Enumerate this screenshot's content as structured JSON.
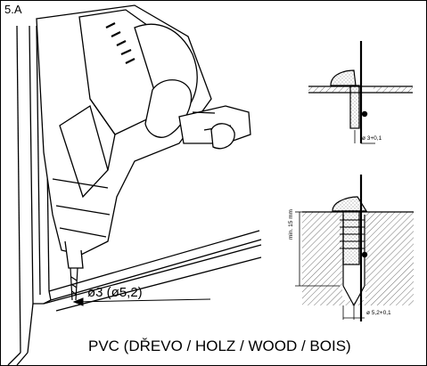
{
  "step_label": "5.A",
  "drill_label": "ø3 (ø5,2)",
  "material_label": "PVC (DŘEVO / HOLZ / WOOD / BOIS)",
  "detail_top": {
    "drill_dimension": "ø 3+0,1"
  },
  "detail_bottom": {
    "drill_dimension": "ø 5,2+0,1",
    "min_depth": "min. 15 mm"
  },
  "colors": {
    "line": "#000000",
    "background": "#ffffff",
    "hatch": "#333333"
  }
}
